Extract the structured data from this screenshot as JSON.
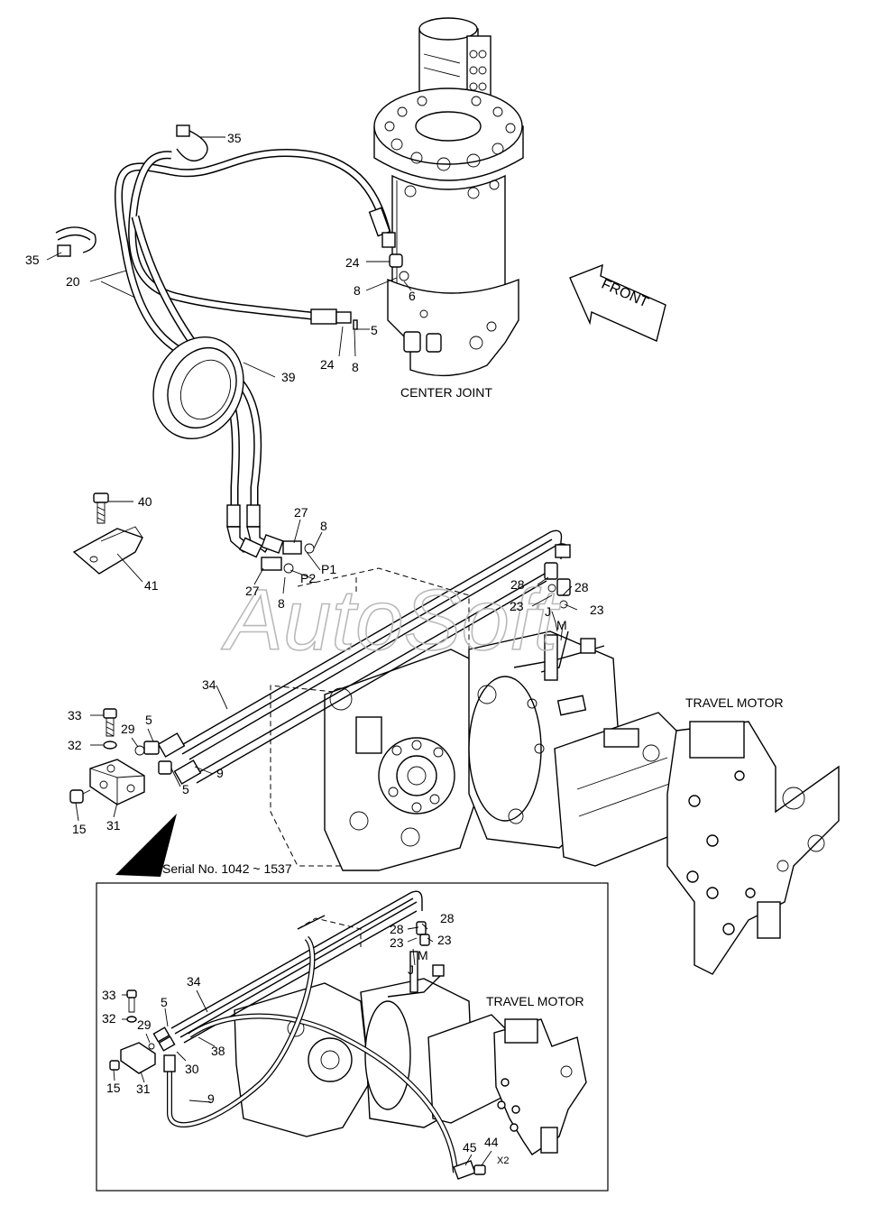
{
  "captions": {
    "center_joint": "CENTER JOINT",
    "travel_motor_main": "TRAVEL MOTOR",
    "travel_motor_inset": "TRAVEL MOTOR",
    "front_arrow": "FRONT",
    "serial_note": "Serial No. 1042 ~ 1537",
    "watermark": "AutoSoft"
  },
  "ports": {
    "p1": "P1",
    "p2": "P2",
    "j_main": "J",
    "m_main": "M",
    "j_inset": "J",
    "m_inset": "M",
    "x2": "X2"
  },
  "labels": {
    "l35a": "35",
    "l35b": "35",
    "l20": "20",
    "l24a": "24",
    "l24b": "24",
    "l8a": "8",
    "l8b": "8",
    "l8c": "8",
    "l8d": "8",
    "l6": "6",
    "l5a": "5",
    "l39": "39",
    "l40": "40",
    "l41": "41",
    "l27a": "27",
    "l27b": "27",
    "l28a": "28",
    "l28b": "28",
    "l23a": "23",
    "l23b": "23",
    "l34": "34",
    "l33": "33",
    "l32": "32",
    "l29": "29",
    "l5b": "5",
    "l5c": "5",
    "l9": "9",
    "l15": "15",
    "l31": "31",
    "i28a": "28",
    "i28b": "28",
    "i23a": "23",
    "i23b": "23",
    "i34": "34",
    "i33": "33",
    "i32": "32",
    "i5": "5",
    "i29": "29",
    "i38": "38",
    "i30": "30",
    "i15": "15",
    "i31": "31",
    "i9": "9",
    "i45": "45",
    "i44": "44"
  }
}
